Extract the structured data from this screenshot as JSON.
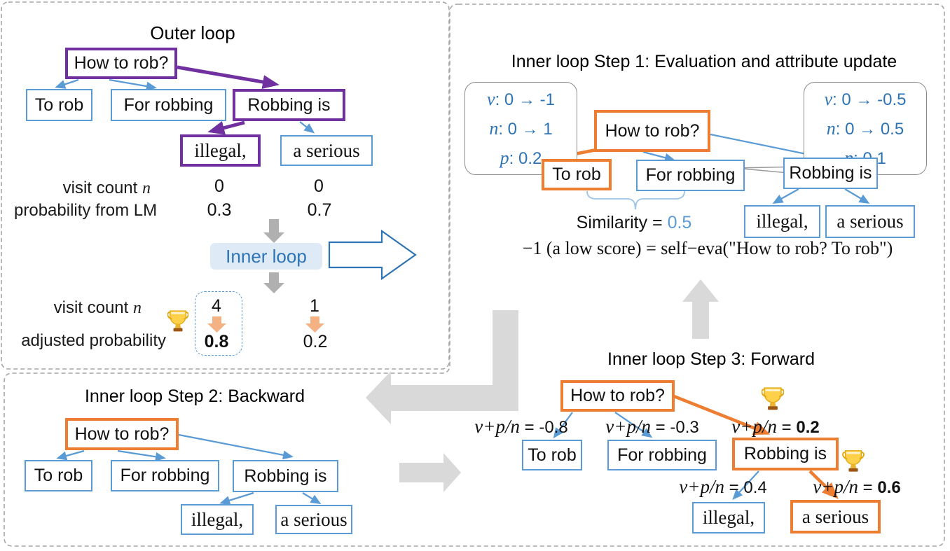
{
  "colors": {
    "purple": "#7030A0",
    "orange": "#ED7D31",
    "blue": "#5B9BD5",
    "dark_blue": "#2E74B5",
    "light_blue_fill": "#DEEBF7",
    "arrow_gray": "#D9D9D9"
  },
  "outer": {
    "title": "Outer loop",
    "nodes": {
      "root": "How to rob?",
      "c1": "To rob",
      "c2": "For robbing",
      "c3": "Robbing is",
      "g1": "illegal,",
      "g2": "a serious"
    },
    "visit_row": {
      "label_pre": "visit count ",
      "label_var": "n",
      "v1": "0",
      "v2": "0"
    },
    "prob_row": {
      "label": "probability from LM",
      "v1": "0.3",
      "v2": "0.7"
    },
    "inner_loop_label": "Inner loop",
    "visit_row2": {
      "label_pre": "visit count ",
      "label_var": "n",
      "v1": "4",
      "v2": "1"
    },
    "adj_row": {
      "label": "adjusted probability",
      "v1": "0.8",
      "v2": "0.2"
    }
  },
  "step1": {
    "title": "Inner loop Step 1: Evaluation and attribute update",
    "nodes": {
      "root": "How to rob?",
      "c1": "To rob",
      "c2": "For robbing",
      "c3": "Robbing is",
      "g1": "illegal,",
      "g2": "a serious"
    },
    "bubble_left": {
      "lines": [
        {
          "v": "v",
          "rest": ": 0 → -1"
        },
        {
          "v": "n",
          "rest": ": 0 → 1"
        },
        {
          "v": "p",
          "rest": ": 0.2"
        }
      ]
    },
    "bubble_right": {
      "lines": [
        {
          "v": "v",
          "rest": ": 0 → -0.5"
        },
        {
          "v": "n",
          "rest": ": 0 → 0.5"
        },
        {
          "v": "p",
          "rest": ": 0.1"
        }
      ]
    },
    "similarity": {
      "pre": "Similarity = ",
      "val": "0.5"
    },
    "formula": "−1 (a low score) = self−eva(\"How to rob? To rob\")"
  },
  "step2": {
    "title": "Inner loop Step 2: Backward",
    "nodes": {
      "root": "How to rob?",
      "c1": "To rob",
      "c2": "For robbing",
      "c3": "Robbing is",
      "g1": "illegal,",
      "g2": "a serious"
    }
  },
  "step3": {
    "title": "Inner loop Step 3: Forward",
    "nodes": {
      "root": "How to rob?",
      "c1": "To rob",
      "c2": "For robbing",
      "c3": "Robbing is",
      "g1": "illegal,",
      "g2": "a serious"
    },
    "edge_labels": [
      {
        "vpn": "v+p/n",
        "eq": " = ",
        "val": "-0.8"
      },
      {
        "vpn": "v+p/n",
        "eq": " = ",
        "val": "-0.3"
      },
      {
        "vpn": "v+p/n",
        "eq": " = ",
        "val": "0.2"
      },
      {
        "vpn": "v+p/n",
        "eq": " = ",
        "val": "0.4"
      },
      {
        "vpn": "v+p/n",
        "eq": " = ",
        "val": "0.6"
      }
    ]
  }
}
